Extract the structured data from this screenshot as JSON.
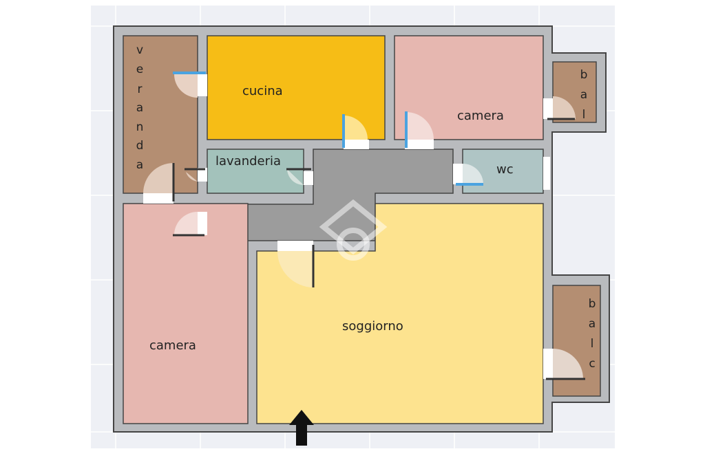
{
  "plan": {
    "rooms": {
      "veranda": {
        "label": "veranda",
        "letters": [
          "v",
          "e",
          "r",
          "a",
          "n",
          "d",
          "a"
        ],
        "color": "#b48e72"
      },
      "cucina": {
        "label": "cucina",
        "color": "#f6bd16"
      },
      "camera_top": {
        "label": "camera",
        "color": "#e6b7b0"
      },
      "bal": {
        "label": "bal",
        "letters": [
          "b",
          "a",
          "l"
        ],
        "color": "#b48e72"
      },
      "lavanderia": {
        "label": "lavanderia",
        "color": "#a3c2bb"
      },
      "wc": {
        "label": "wc",
        "color": "#afc5c5"
      },
      "corridor": {
        "color": "#9c9c9c"
      },
      "camera_bottom": {
        "label": "camera",
        "color": "#e6b7b0"
      },
      "soggiorno": {
        "label": "soggiorno",
        "color": "#fde38f"
      },
      "balc": {
        "label": "balc",
        "letters": [
          "b",
          "a",
          "l",
          "c"
        ],
        "color": "#b48e72"
      }
    },
    "wall_color": "#b9bbbe",
    "window_color": "#4aa3e0",
    "entrance_icon": "arrow-up-icon"
  }
}
